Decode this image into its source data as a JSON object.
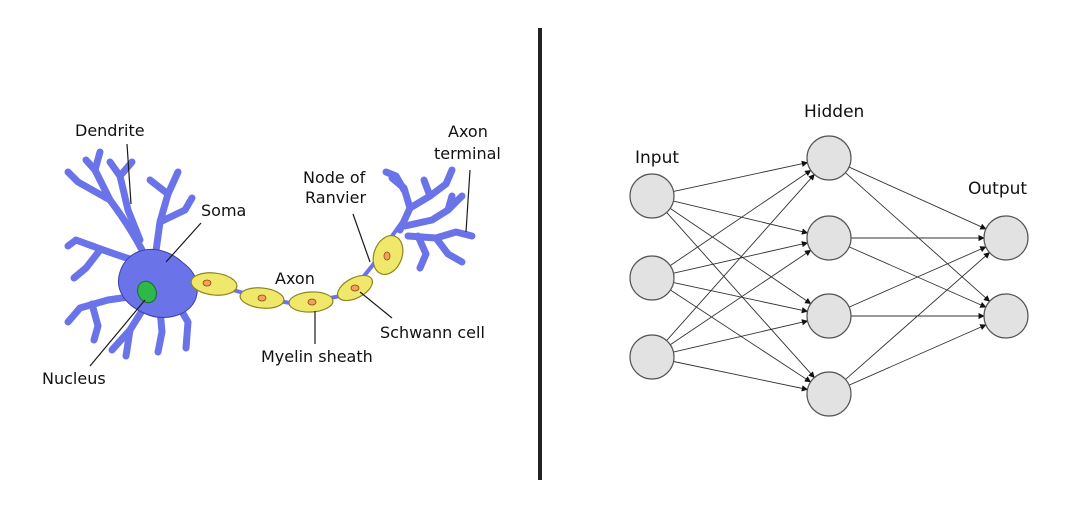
{
  "neuron": {
    "labels": {
      "dendrite": "Dendrite",
      "soma": "Soma",
      "nucleus": "Nucleus",
      "axon": "Axon",
      "myelin": "Myelin sheath",
      "schwann": "Schwann cell",
      "node_line1": "Node of",
      "node_line2": "Ranvier",
      "terminal_line1": "Axon",
      "terminal_line2": "terminal"
    }
  },
  "network": {
    "labels": {
      "input": "Input",
      "hidden": "Hidden",
      "output": "Output"
    },
    "layers": [
      3,
      4,
      2
    ]
  },
  "colors": {
    "neuron_body": "#6b73e8",
    "neuron_outline": "#3a3fa8",
    "myelin_fill": "#efe86a",
    "myelin_outline": "#8c8420",
    "nucleus_fill": "#2fb84a",
    "node_fill": "#e2e2e2",
    "node_stroke": "#555555",
    "edge": "#333333",
    "divider": "#222222"
  }
}
